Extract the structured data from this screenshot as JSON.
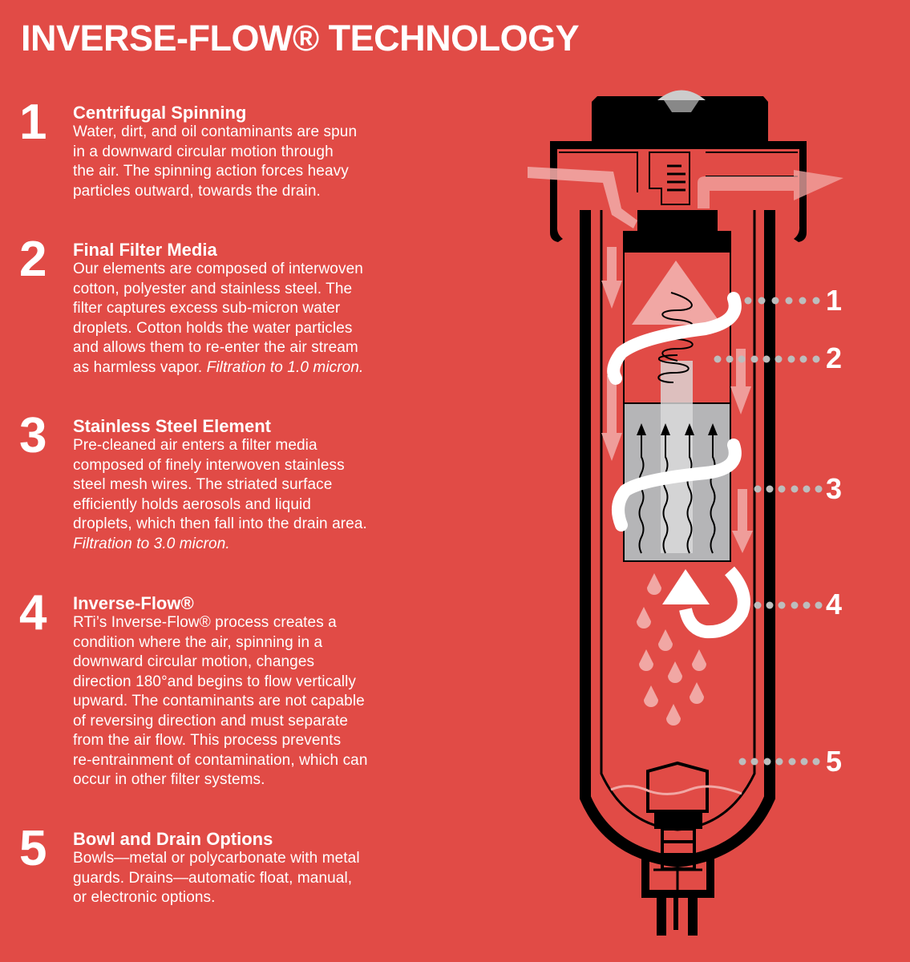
{
  "title": "INVERSE-FLOW® TECHNOLOGY",
  "sections": [
    {
      "number": "1",
      "heading": "Centrifugal Spinning",
      "body": "Water, dirt, and oil contaminants are spun\nin a downward circular motion through\nthe air. The spinning action forces heavy\nparticles outward, towards the drain.",
      "italic": ""
    },
    {
      "number": "2",
      "heading": "Final Filter Media",
      "body": "Our elements are composed of interwoven\ncotton, polyester and stainless steel. The\nfilter captures excess sub-micron water\ndroplets. Cotton holds the water particles\nand allows them to re-enter the air stream\nas harmless vapor. ",
      "italic": "Filtration to 1.0 micron."
    },
    {
      "number": "3",
      "heading": "Stainless Steel Element",
      "body": "Pre-cleaned air enters a filter media\ncomposed of finely interwoven stainless\nsteel mesh wires. The striated surface\nefficiently holds aerosols and liquid\ndroplets, which then fall into the drain area.\n",
      "italic": "Filtration to 3.0 micron."
    },
    {
      "number": "4",
      "heading": "Inverse-Flow®",
      "body": "RTi’s Inverse-Flow® process creates a\ncondition where the air, spinning in a\ndownward circular motion, changes\ndirection 180°and begins to flow vertically\nupward. The contaminants are not capable\nof reversing direction and must separate\nfrom the air flow. This process prevents\nre-entrainment of contamination, which can\noccur in other filter systems.",
      "italic": ""
    },
    {
      "number": "5",
      "heading": "Bowl and Drain Options",
      "body": "Bowls—metal or polycarbonate with metal\nguards. Drains—automatic float, manual,\nor electronic options.",
      "italic": ""
    }
  ],
  "diagram_labels": [
    "1",
    "2",
    "3",
    "4",
    "5"
  ],
  "colors": {
    "background": "#e14b46",
    "flow": "#f1a7a4",
    "element": "#b5b5b7"
  }
}
